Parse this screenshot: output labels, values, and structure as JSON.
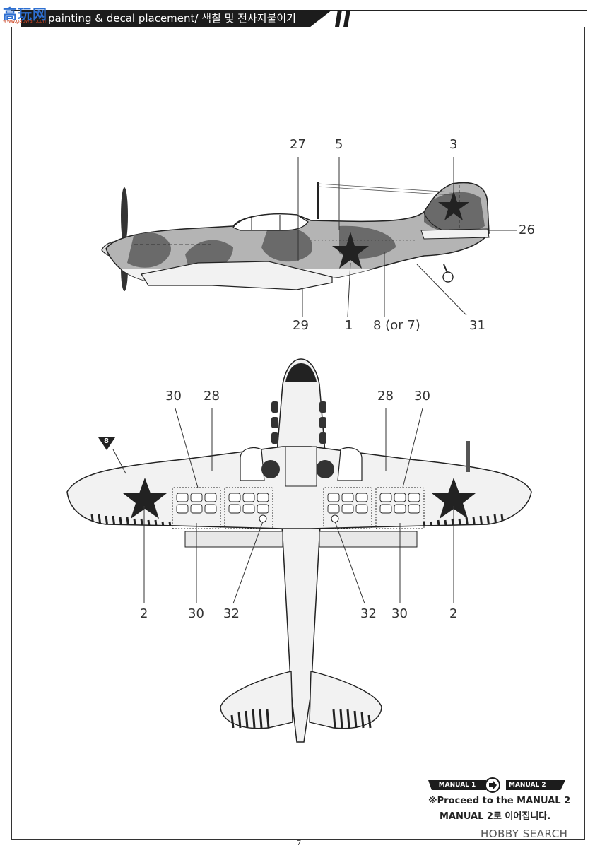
{
  "header": {
    "title": "painting & decal placement/ 색칠 및 전사지붙이기"
  },
  "logo": {
    "text": "高玩网",
    "subtext": "www.gaowan.com"
  },
  "side_view": {
    "callouts": [
      {
        "id": "c27",
        "label": "27"
      },
      {
        "id": "c5",
        "label": "5"
      },
      {
        "id": "c3",
        "label": "3"
      },
      {
        "id": "c26",
        "label": "26"
      },
      {
        "id": "c29",
        "label": "29"
      },
      {
        "id": "c1",
        "label": "1"
      },
      {
        "id": "c8",
        "label": "8 (or 7)"
      },
      {
        "id": "c31",
        "label": "31"
      }
    ]
  },
  "bottom_view": {
    "callouts_top": [
      "30",
      "28",
      "28",
      "30"
    ],
    "callouts_bottom": [
      "2",
      "30",
      "32",
      "32",
      "30",
      "2"
    ],
    "badge": "8"
  },
  "footer": {
    "manual_from": "MANUAL 1",
    "manual_to": "MANUAL 2",
    "note_en": "※Proceed to the MANUAL 2",
    "note_ko": "MANUAL 2로 이어집니다.",
    "watermark": "HOBBY SEARCH",
    "page_number": "7"
  },
  "colors": {
    "camo_light": "#b4b4b4",
    "camo_dark": "#6a6a6a",
    "underside": "#f2f2f2",
    "ink": "#222222"
  }
}
